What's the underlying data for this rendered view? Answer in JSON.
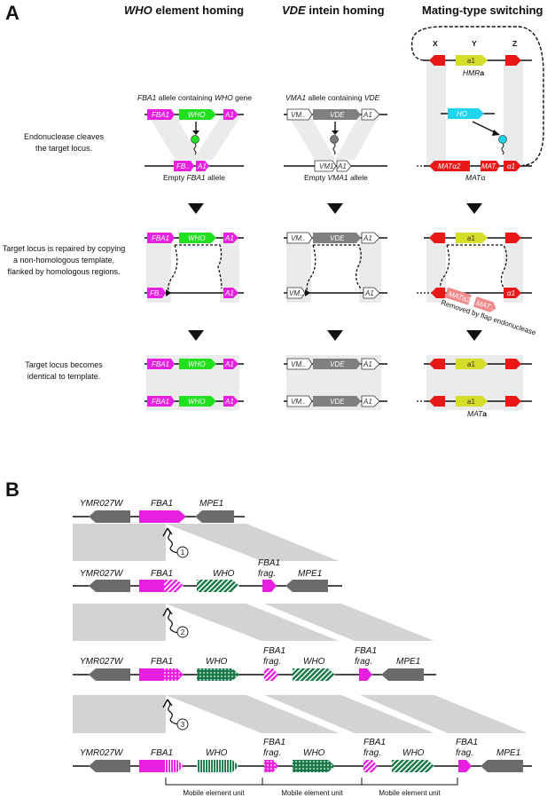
{
  "panel_a": {
    "letter": "A",
    "columns": [
      {
        "title_italic": "WHO",
        "title_rest": " element homing"
      },
      {
        "title_italic": "VDE",
        "title_rest": " intein homing"
      },
      {
        "title_italic": "",
        "title_rest": "Mating-type switching"
      }
    ],
    "steps": {
      "s1_l1": "Endonuclease cleaves",
      "s1_l2": "the target locus.",
      "s2_l1": "Target locus is repaired by copying",
      "s2_l2": "a non-homologous template,",
      "s2_l3": "flanked by homologous regions.",
      "s3_l1": "Target locus becomes",
      "s3_l2": "identical to template."
    },
    "col1": {
      "template_caption_a": "FBA1",
      "template_caption_b": " allele containing ",
      "template_caption_c": "WHO",
      "template_caption_d": " gene",
      "fba1": "FBA1",
      "who": "WHO",
      "a1": "A1",
      "fb_trunc": "FB..",
      "fb_short": "FB..",
      "empty_caption_a": "Empty ",
      "empty_caption_b": "FBA1",
      "empty_caption_c": " allele"
    },
    "col2": {
      "template_caption_a": "VMA1",
      "template_caption_b": " allele containing ",
      "template_caption_c": "VDE",
      "vm": "VM..",
      "vde": "VDE",
      "a1": "A1",
      "vm1": "VM1",
      "empty_caption_a": "Empty ",
      "empty_caption_b": "VMA1",
      "empty_caption_c": " allele"
    },
    "col3": {
      "x": "X",
      "y": "Y",
      "z": "Z",
      "a1_gene": "a1",
      "hmra_a": "HMR",
      "hmra_b": "a",
      "ho": "HO",
      "mat_alpha2": "MATα2",
      "mat_dot": "MAT..",
      "alpha1": "α1",
      "mat_alpha_a": "MAT",
      "mat_alpha_b": "α",
      "removed": "Removed by flap endonuclease",
      "mata_a": "MAT",
      "mata_b": "a"
    }
  },
  "panel_b": {
    "letter": "B",
    "genes": {
      "ymr": "YMR027W",
      "fba1": "FBA1",
      "who": "WHO",
      "mpe1": "MPE1",
      "frag_a": "FBA1",
      "frag_b": "frag."
    },
    "events": [
      "1",
      "2",
      "3"
    ],
    "unit_label": "Mobile element unit"
  },
  "colors": {
    "magenta": "#e61fe0",
    "green": "#22e01f",
    "dark_green": "#1a7a4a",
    "gray_gene": "#6b6b6b",
    "red": "#e81818",
    "yellow": "#d6dc2a",
    "cyan": "#1fd4ec",
    "pink_removed": "#f08a8a"
  }
}
